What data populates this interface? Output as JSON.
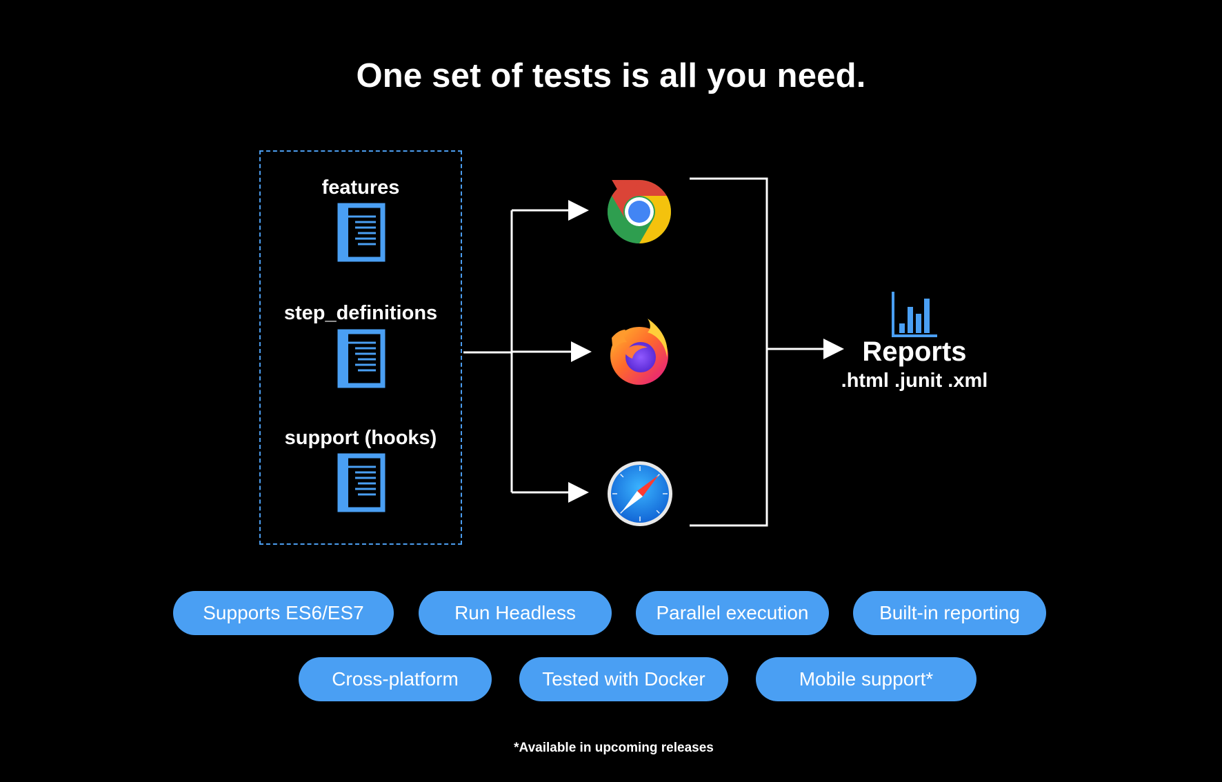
{
  "title": "One set of tests is all you need.",
  "files": [
    {
      "label": "features",
      "icon": "document-icon"
    },
    {
      "label": "step_definitions",
      "icon": "document-icon"
    },
    {
      "label": "support (hooks)",
      "icon": "document-icon"
    }
  ],
  "browsers": [
    {
      "name": "chrome",
      "icon": "chrome-icon"
    },
    {
      "name": "firefox",
      "icon": "firefox-icon"
    },
    {
      "name": "safari",
      "icon": "safari-icon"
    }
  ],
  "reports": {
    "title": "Reports",
    "formats": ".html .junit .xml",
    "icon": "bar-chart-icon"
  },
  "features": [
    "Supports ES6/ES7",
    "Run Headless",
    "Parallel execution",
    "Built-in reporting",
    "Cross-platform",
    "Tested with Docker",
    "Mobile support*"
  ],
  "footnote": "*Available in upcoming releases",
  "colors": {
    "background": "#000000",
    "accent_blue": "#4a9ff3",
    "text": "#ffffff"
  }
}
